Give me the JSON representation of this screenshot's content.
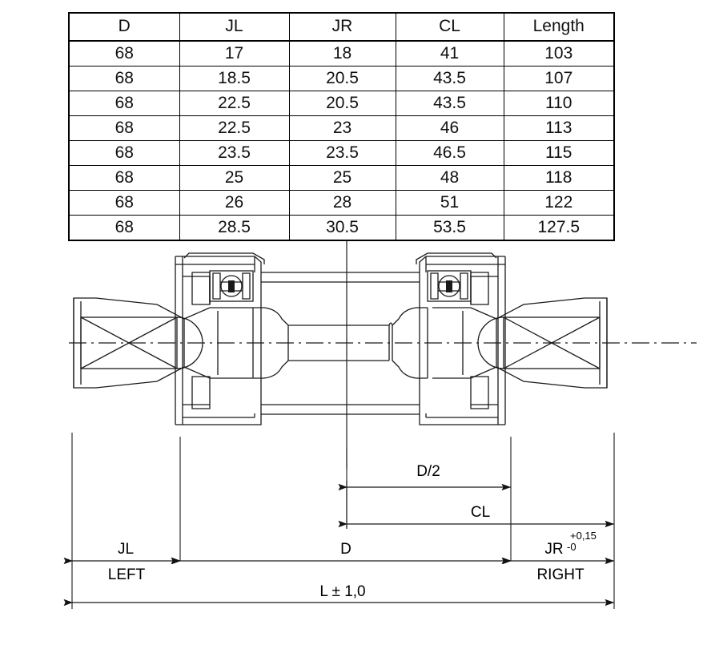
{
  "table": {
    "name": "bottom-bracket-dimension-table",
    "headers": [
      "D",
      "JL",
      "JR",
      "CL",
      "Length"
    ],
    "rows": [
      [
        "68",
        "17",
        "18",
        "41",
        "103"
      ],
      [
        "68",
        "18.5",
        "20.5",
        "43.5",
        "107"
      ],
      [
        "68",
        "22.5",
        "20.5",
        "43.5",
        "110"
      ],
      [
        "68",
        "22.5",
        "23",
        "46",
        "113"
      ],
      [
        "68",
        "23.5",
        "23.5",
        "46.5",
        "115"
      ],
      [
        "68",
        "25",
        "25",
        "48",
        "118"
      ],
      [
        "68",
        "26",
        "28",
        "51",
        "122"
      ],
      [
        "68",
        "28.5",
        "30.5",
        "53.5",
        "127.5"
      ]
    ]
  },
  "drawing": {
    "title": "bottom-bracket-cross-section",
    "dimensions": {
      "d_half": "D/2",
      "cl": "CL",
      "jl": "JL",
      "d": "D",
      "jr": "JR",
      "jr_tol_upper": "+0,15",
      "jr_tol_lower": "-0",
      "left": "LEFT",
      "right": "RIGHT",
      "overall_length": "L ± 1,0"
    },
    "colors": {
      "line": "#1a1a1a",
      "background": "#ffffff"
    }
  }
}
